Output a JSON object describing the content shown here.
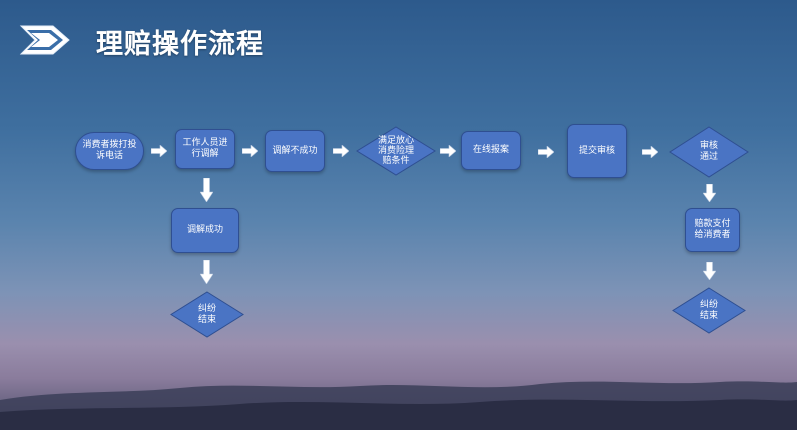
{
  "slide": {
    "title": "理赔操作流程"
  },
  "nodes": {
    "consumer_call": "消费者拨打投诉电话",
    "staff_mediate": "工作人员进行调解",
    "mediate_fail": "调解不成功",
    "meet_conditions": "满足放心消费险理赔条件",
    "online_report": "在线报案",
    "submit_review": "提交审核",
    "review_pass": "审核通过",
    "mediate_success": "调解成功",
    "dispute_end_left": "纠纷结束",
    "compensation_paid": "赔款支付给消费者",
    "dispute_end_right": "纠纷结束"
  },
  "colors": {
    "node_fill": "#4a74c4",
    "node_border": "#2f4f91",
    "arrow": "#ffffff",
    "title": "#ffffff"
  }
}
